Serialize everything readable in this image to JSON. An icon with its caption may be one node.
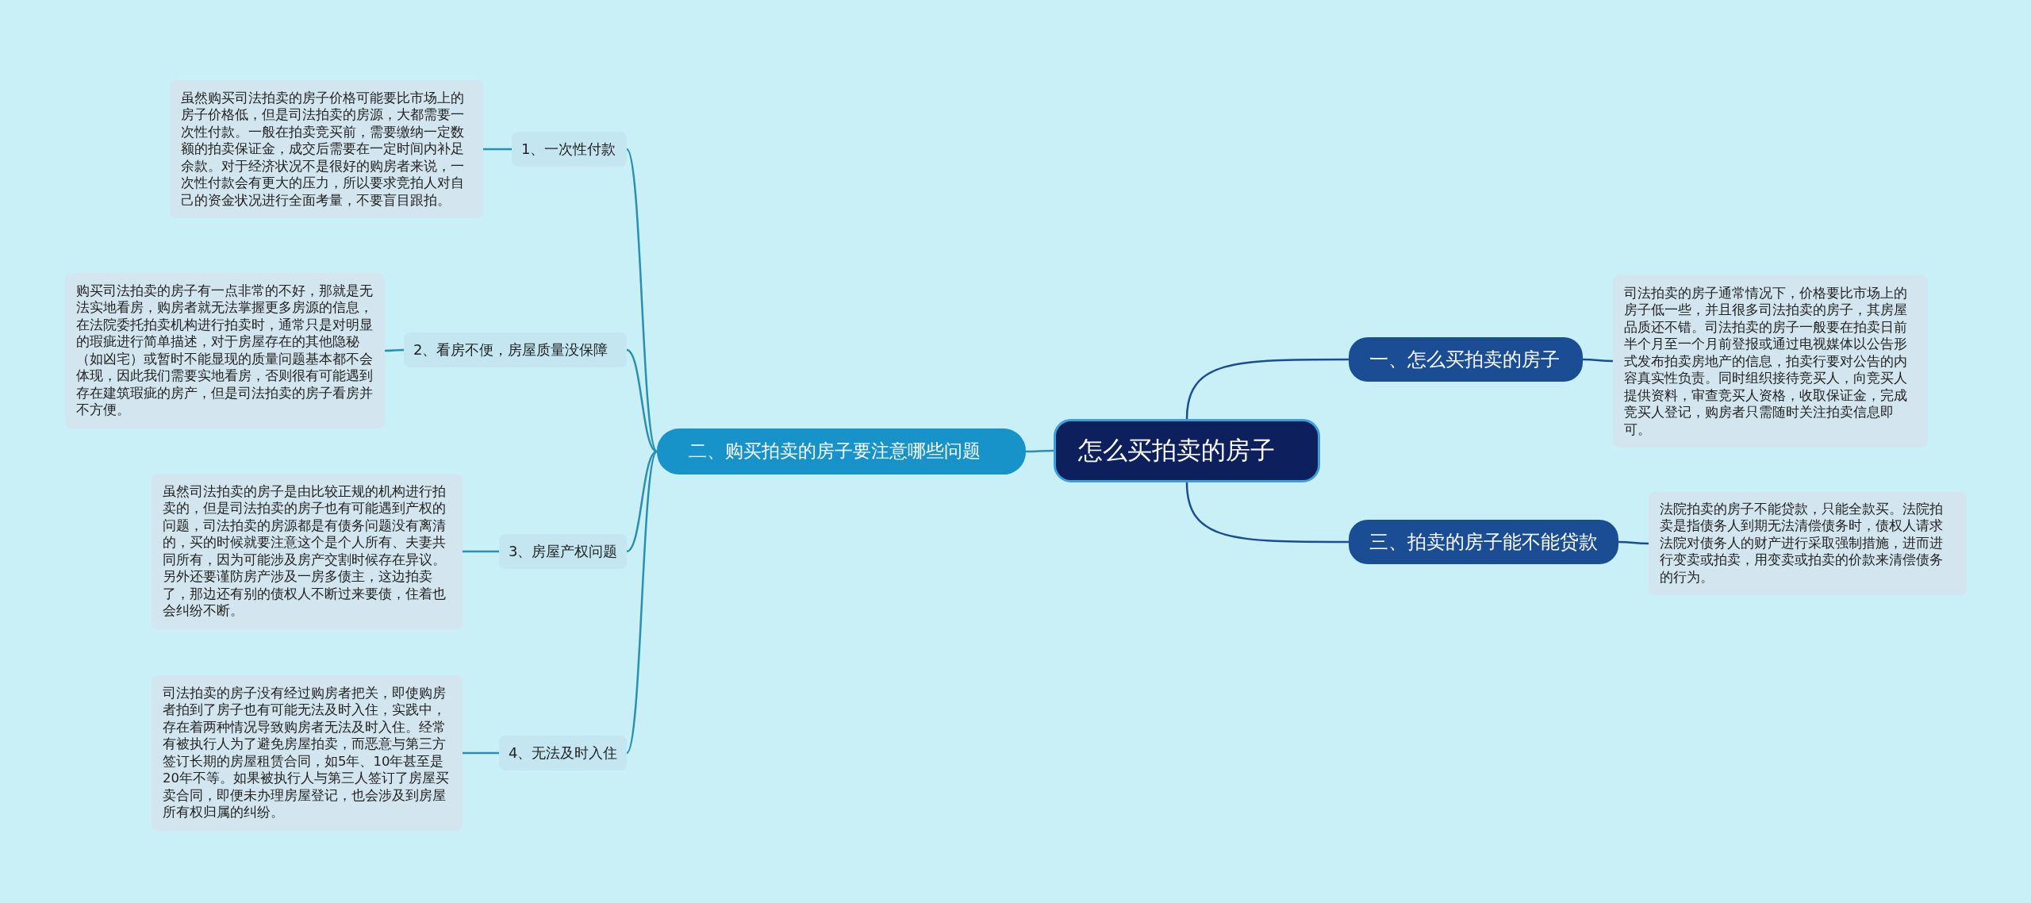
{
  "diagram": {
    "nodes": [
      {
        "text": [
          "怎么买拍卖的房子"
        ]
      },
      {
        "text": [
          "二、购买拍卖的房子要注意哪些问题"
        ]
      },
      {
        "text": [
          "1、一次性付款"
        ]
      },
      {
        "text": [
          "虽然购买司法拍卖的房子价格可能要比市场上的房子价格低，但是司法拍卖的房源，大都需要一次性付款。一般在拍卖竞买前，需要缴纳一定数额的拍卖保证金，成交后需要在一定时间内补足余款。对于经济状况不是很好的购房者来说，一次性付款会有更大的压力，所以要求竞拍人对自己的资金状况进行全面考量，不要盲目跟拍。"
        ]
      },
      {
        "text": [
          "2、看房不便，房屋质量没保障"
        ]
      },
      {
        "text": [
          "购买司法拍卖的房子有一点非常的不好，那就是无法实地看房，购房者就无法掌握更多房源的信息，在法院委托拍卖机构进行拍卖时，通常只是对明显的瑕疵进行简单描述，对于房屋存在的其他隐秘（如凶宅）或暂时不能显现的质量问题基本都不会体现，因此我们需要实地看房，否则很有可能遇到存在建筑瑕疵的房产，但是司法拍卖的房子看房并不方便。"
        ]
      },
      {
        "text": [
          "3、房屋产权问题"
        ]
      },
      {
        "text": [
          "虽然司法拍卖的房子是由比较正规的机构进行拍卖的，但是司法拍卖的房子也有可能遇到产权的问题，司法拍卖的房源都是有债务问题没有离清的，买的时候就要注意这个是个人所有、夫妻共同所有，因为可能涉及房产交割时候存在异议。另外还要谨防房产涉及一房多债主，这边拍卖了，那边还有别的债权人不断过来要债，住着也会纠纷不断。"
        ]
      },
      {
        "text": [
          "4、无法及时入住"
        ]
      },
      {
        "text": [
          "司法拍卖的房子没有经过购房者把关，即使购房者拍到了房子也有可能无法及时入住，实践中，存在着两种情况导致购房者无法及时入住。经常有被执行人为了避免房屋拍卖，而恶意与第三方签订长期的房屋租赁合同，如5年、10年甚至是20年不等。如果被执行人与第三人签订了房屋买卖合同，即便未办理房屋登记，也会涉及到房屋所有权归属的纠纷。"
        ]
      },
      {
        "text": [
          "一、怎么买拍卖的房子"
        ]
      },
      {
        "text": [
          "司法拍卖的房子通常情况下，价格要比市场上的房子低一些，并且很多司法拍卖的房子，其房屋品质还不错。司法拍卖的房子一般要在拍卖日前半个月至一个月前登报或通过电视媒体以公告形式发布拍卖房地产的信息，拍卖行要对公告的内容真实性负责。同时组织接待竞买人，向竞买人提供资料，审查竞买人资格，收取保证金，完成竞买人登记，购房者只需随时关注拍卖信息即可。"
        ]
      },
      {
        "text": [
          "三、拍卖的房子能不能贷款"
        ]
      },
      {
        "text": [
          "法院拍卖的房子不能贷款，只能全款买。法院拍卖是指债务人到期无法清偿债务时，债权人请求法院对债务人的财产进行采取强制措施，进而进行变卖或拍卖，用变卖或拍卖的价款来清偿债务的行为。"
        ]
      }
    ],
    "edges": [
      {
        "from": 0,
        "to": 1,
        "arrow": "none"
      },
      {
        "from": 1,
        "to": 2,
        "arrow": "none"
      },
      {
        "from": 2,
        "to": 3,
        "arrow": "none"
      },
      {
        "from": 1,
        "to": 4,
        "arrow": "none"
      },
      {
        "from": 4,
        "to": 5,
        "arrow": "none"
      },
      {
        "from": 1,
        "to": 6,
        "arrow": "none"
      },
      {
        "from": 6,
        "to": 7,
        "arrow": "none"
      },
      {
        "from": 1,
        "to": 8,
        "arrow": "none"
      },
      {
        "from": 8,
        "to": 9,
        "arrow": "none"
      },
      {
        "from": 0,
        "to": 10,
        "arrow": "none",
        "color": "#1b4d94"
      },
      {
        "from": 10,
        "to": 11,
        "arrow": "none",
        "color": "#1b4d94"
      },
      {
        "from": 0,
        "to": 12,
        "arrow": "none",
        "color": "#1b4d94"
      },
      {
        "from": 12,
        "to": 13,
        "arrow": "none",
        "color": "#1b4d94"
      }
    ]
  }
}
